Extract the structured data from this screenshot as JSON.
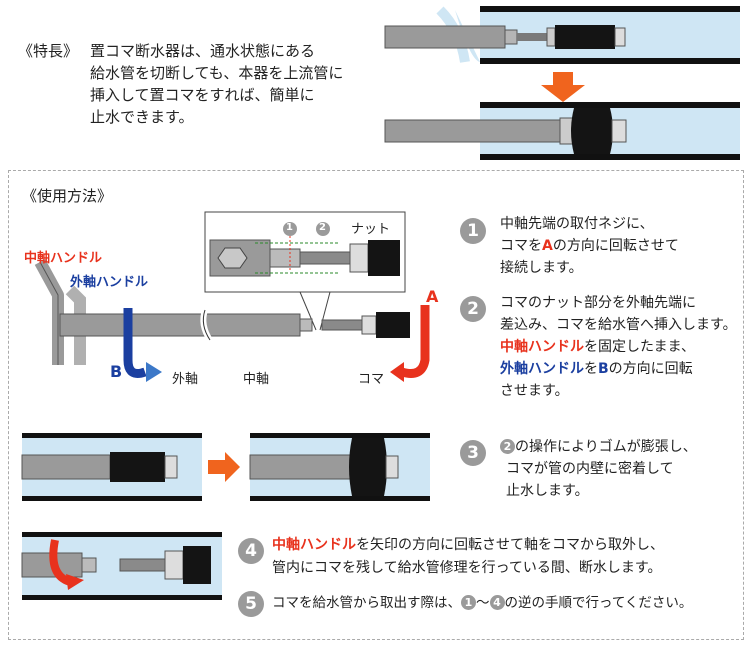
{
  "feature": {
    "label": "《特長》",
    "lines": [
      "置コマ断水器は、通水状態にある",
      "給水管を切断しても、本器を上流管に",
      "挿入して置コマをすれば、簡単に",
      "止水できます。"
    ]
  },
  "usage": {
    "title": "《使用方法》",
    "diagram_labels": {
      "middle_handle": "中軸ハンドル",
      "outer_handle": "外軸ハンドル",
      "outer_shaft": "外軸",
      "middle_shaft": "中軸",
      "koma": "コマ",
      "nut": "ナット",
      "arrow_a": "A",
      "arrow_b": "B",
      "marker_1": "1",
      "marker_2": "2"
    },
    "steps": [
      {
        "num": "1",
        "line1": "中軸先端の取付ネジに、",
        "line2_pre": "コマを",
        "line2_a": "A",
        "line2_post": "の方向に回転させて",
        "line3": "接続します。"
      },
      {
        "num": "2",
        "line1": "コマのナット部分を外軸先端に",
        "line2": "差込み、コマを給水管へ挿入します。",
        "line3_red": "中軸ハンドル",
        "line3_post": "を固定したまま、",
        "line4_blue": "外軸ハンドル",
        "line4_mid": "を",
        "line4_b": "B",
        "line4_post": "の方向に回転",
        "line5": "させます。"
      },
      {
        "num": "3",
        "ref": "2",
        "line1_post": "の操作によりゴムが膨張し、",
        "line2": "コマが管の内壁に密着して",
        "line3": "止水します。"
      },
      {
        "num": "4",
        "line1_red": "中軸ハンドル",
        "line1_post": "を矢印の方向に回転させて軸をコマから取外し、",
        "line2": "管内にコマを残して給水管修理を行っている間、断水します。"
      },
      {
        "num": "5",
        "pre": "コマを給水管から取出す際は、",
        "ref1": "1",
        "tilde": "～",
        "ref2": "4",
        "post": "の逆の手順で行ってください。"
      }
    ]
  },
  "colors": {
    "water": "#cfe6f4",
    "pipe": "#111111",
    "shaft": "#9a9a9a",
    "rubber": "#141414",
    "arrow_red": "#e8321d",
    "arrow_orange": "#f0641e",
    "arrow_blue": "#1b3fa0",
    "step_gray": "#9a9a9a"
  }
}
